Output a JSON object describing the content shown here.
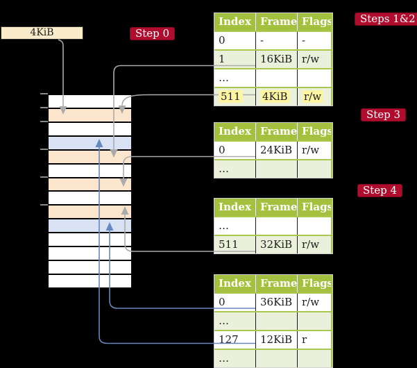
{
  "colors": {
    "background": "#000000",
    "accent_red": "#b00d2e",
    "table_header_green": "#a3c13f",
    "table_row_tint_green": "#eaf0da",
    "table_border_green": "#a9c64d",
    "page_orange": "#fce5cd",
    "page_blue": "#d9e2f3",
    "box_cream": "#faeccb",
    "highlight_yellow": "#fdf5a1",
    "connector_gray": "#ababab",
    "connector_blue": "#6687bf"
  },
  "size_box": {
    "label": "4KiB"
  },
  "step_labels": {
    "step0": "Step 0",
    "steps12": "Steps 1&2",
    "step3": "Step 3",
    "step4": "Step 4"
  },
  "memory_column": {
    "rows": [
      "white",
      "orange",
      "white",
      "blue",
      "orange",
      "white",
      "orange",
      "white",
      "orange",
      "blue",
      "white",
      "white",
      "white",
      "white"
    ]
  },
  "tables": [
    {
      "headers": [
        "Index",
        "Frame",
        "Flags"
      ],
      "rows": [
        {
          "cells": [
            "0",
            "-",
            "-"
          ],
          "tint": false,
          "highlight": false
        },
        {
          "cells": [
            "1",
            "16KiB",
            "r/w"
          ],
          "tint": true,
          "highlight": false
        },
        {
          "cells": [
            "…",
            "",
            ""
          ],
          "tint": false,
          "highlight": false
        },
        {
          "cells": [
            "511",
            "4KiB",
            "r/w"
          ],
          "tint": true,
          "highlight": true
        }
      ]
    },
    {
      "headers": [
        "Index",
        "Frame",
        "Flags"
      ],
      "rows": [
        {
          "cells": [
            "0",
            "24KiB",
            "r/w"
          ],
          "tint": false,
          "highlight": false
        },
        {
          "cells": [
            "…",
            "",
            ""
          ],
          "tint": true,
          "highlight": false
        }
      ]
    },
    {
      "headers": [
        "Index",
        "Frame",
        "Flags"
      ],
      "rows": [
        {
          "cells": [
            "…",
            "",
            ""
          ],
          "tint": false,
          "highlight": false
        },
        {
          "cells": [
            "511",
            "32KiB",
            "r/w"
          ],
          "tint": true,
          "highlight": false
        }
      ]
    },
    {
      "headers": [
        "Index",
        "Frame",
        "Flags"
      ],
      "rows": [
        {
          "cells": [
            "0",
            "36KiB",
            "r/w"
          ],
          "tint": false,
          "highlight": false
        },
        {
          "cells": [
            "…",
            "",
            ""
          ],
          "tint": true,
          "highlight": false
        },
        {
          "cells": [
            "127",
            "12KiB",
            "r"
          ],
          "tint": false,
          "highlight": false
        },
        {
          "cells": [
            "…",
            "",
            ""
          ],
          "tint": true,
          "highlight": false
        }
      ]
    }
  ]
}
